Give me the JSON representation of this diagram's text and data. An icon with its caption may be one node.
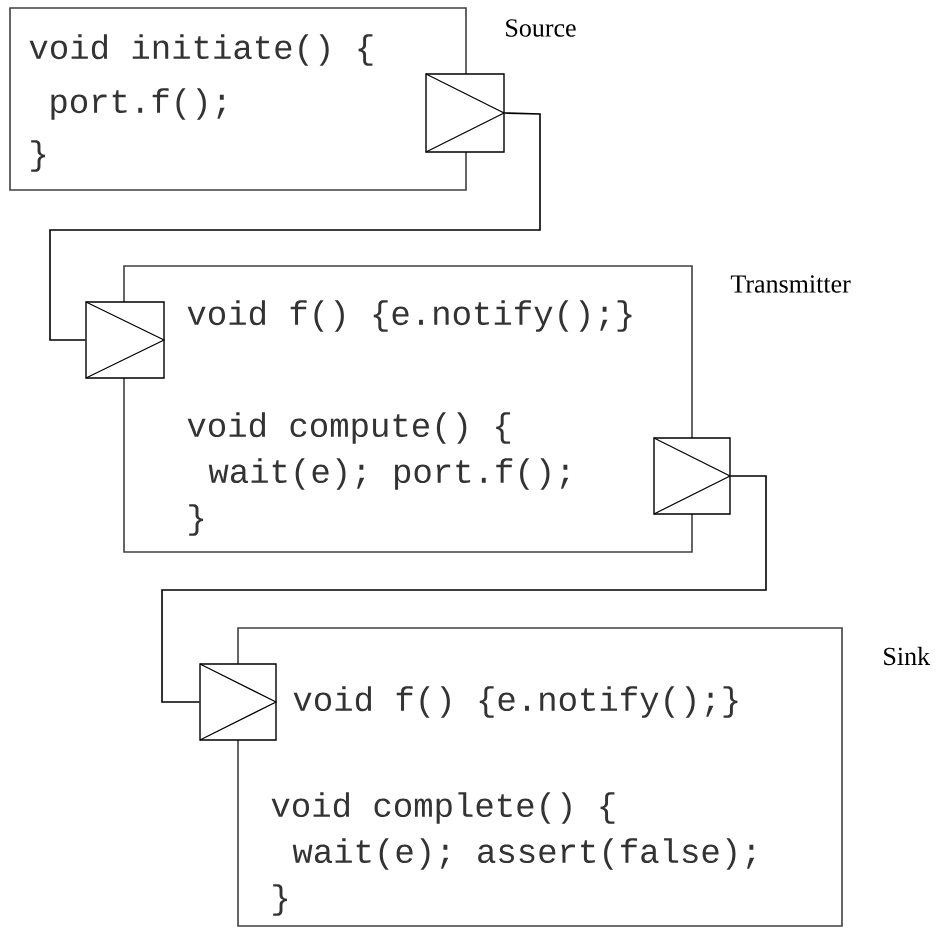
{
  "diagram": {
    "nodes": [
      {
        "text": [
          "Source",
          "void initiate() {",
          "port.f();",
          "}"
        ]
      },
      {
        "text": [],
        "shape": "box"
      },
      {
        "text": [
          "Transmitter",
          "void f() {e.notify();}",
          "void compute() {",
          "wait(e); port.f();",
          "}"
        ]
      },
      {
        "text": [],
        "shape": "box"
      },
      {
        "text": [],
        "shape": "box"
      },
      {
        "text": [
          "Sink",
          "void f() {e.notify();}",
          "void complete() {",
          "wait(e); assert(false);",
          "}"
        ]
      },
      {
        "text": [],
        "shape": "box"
      }
    ],
    "edges": [
      {
        "from": 1,
        "to": 3,
        "arrow": "none"
      },
      {
        "from": 4,
        "to": 6,
        "arrow": "none"
      }
    ]
  }
}
